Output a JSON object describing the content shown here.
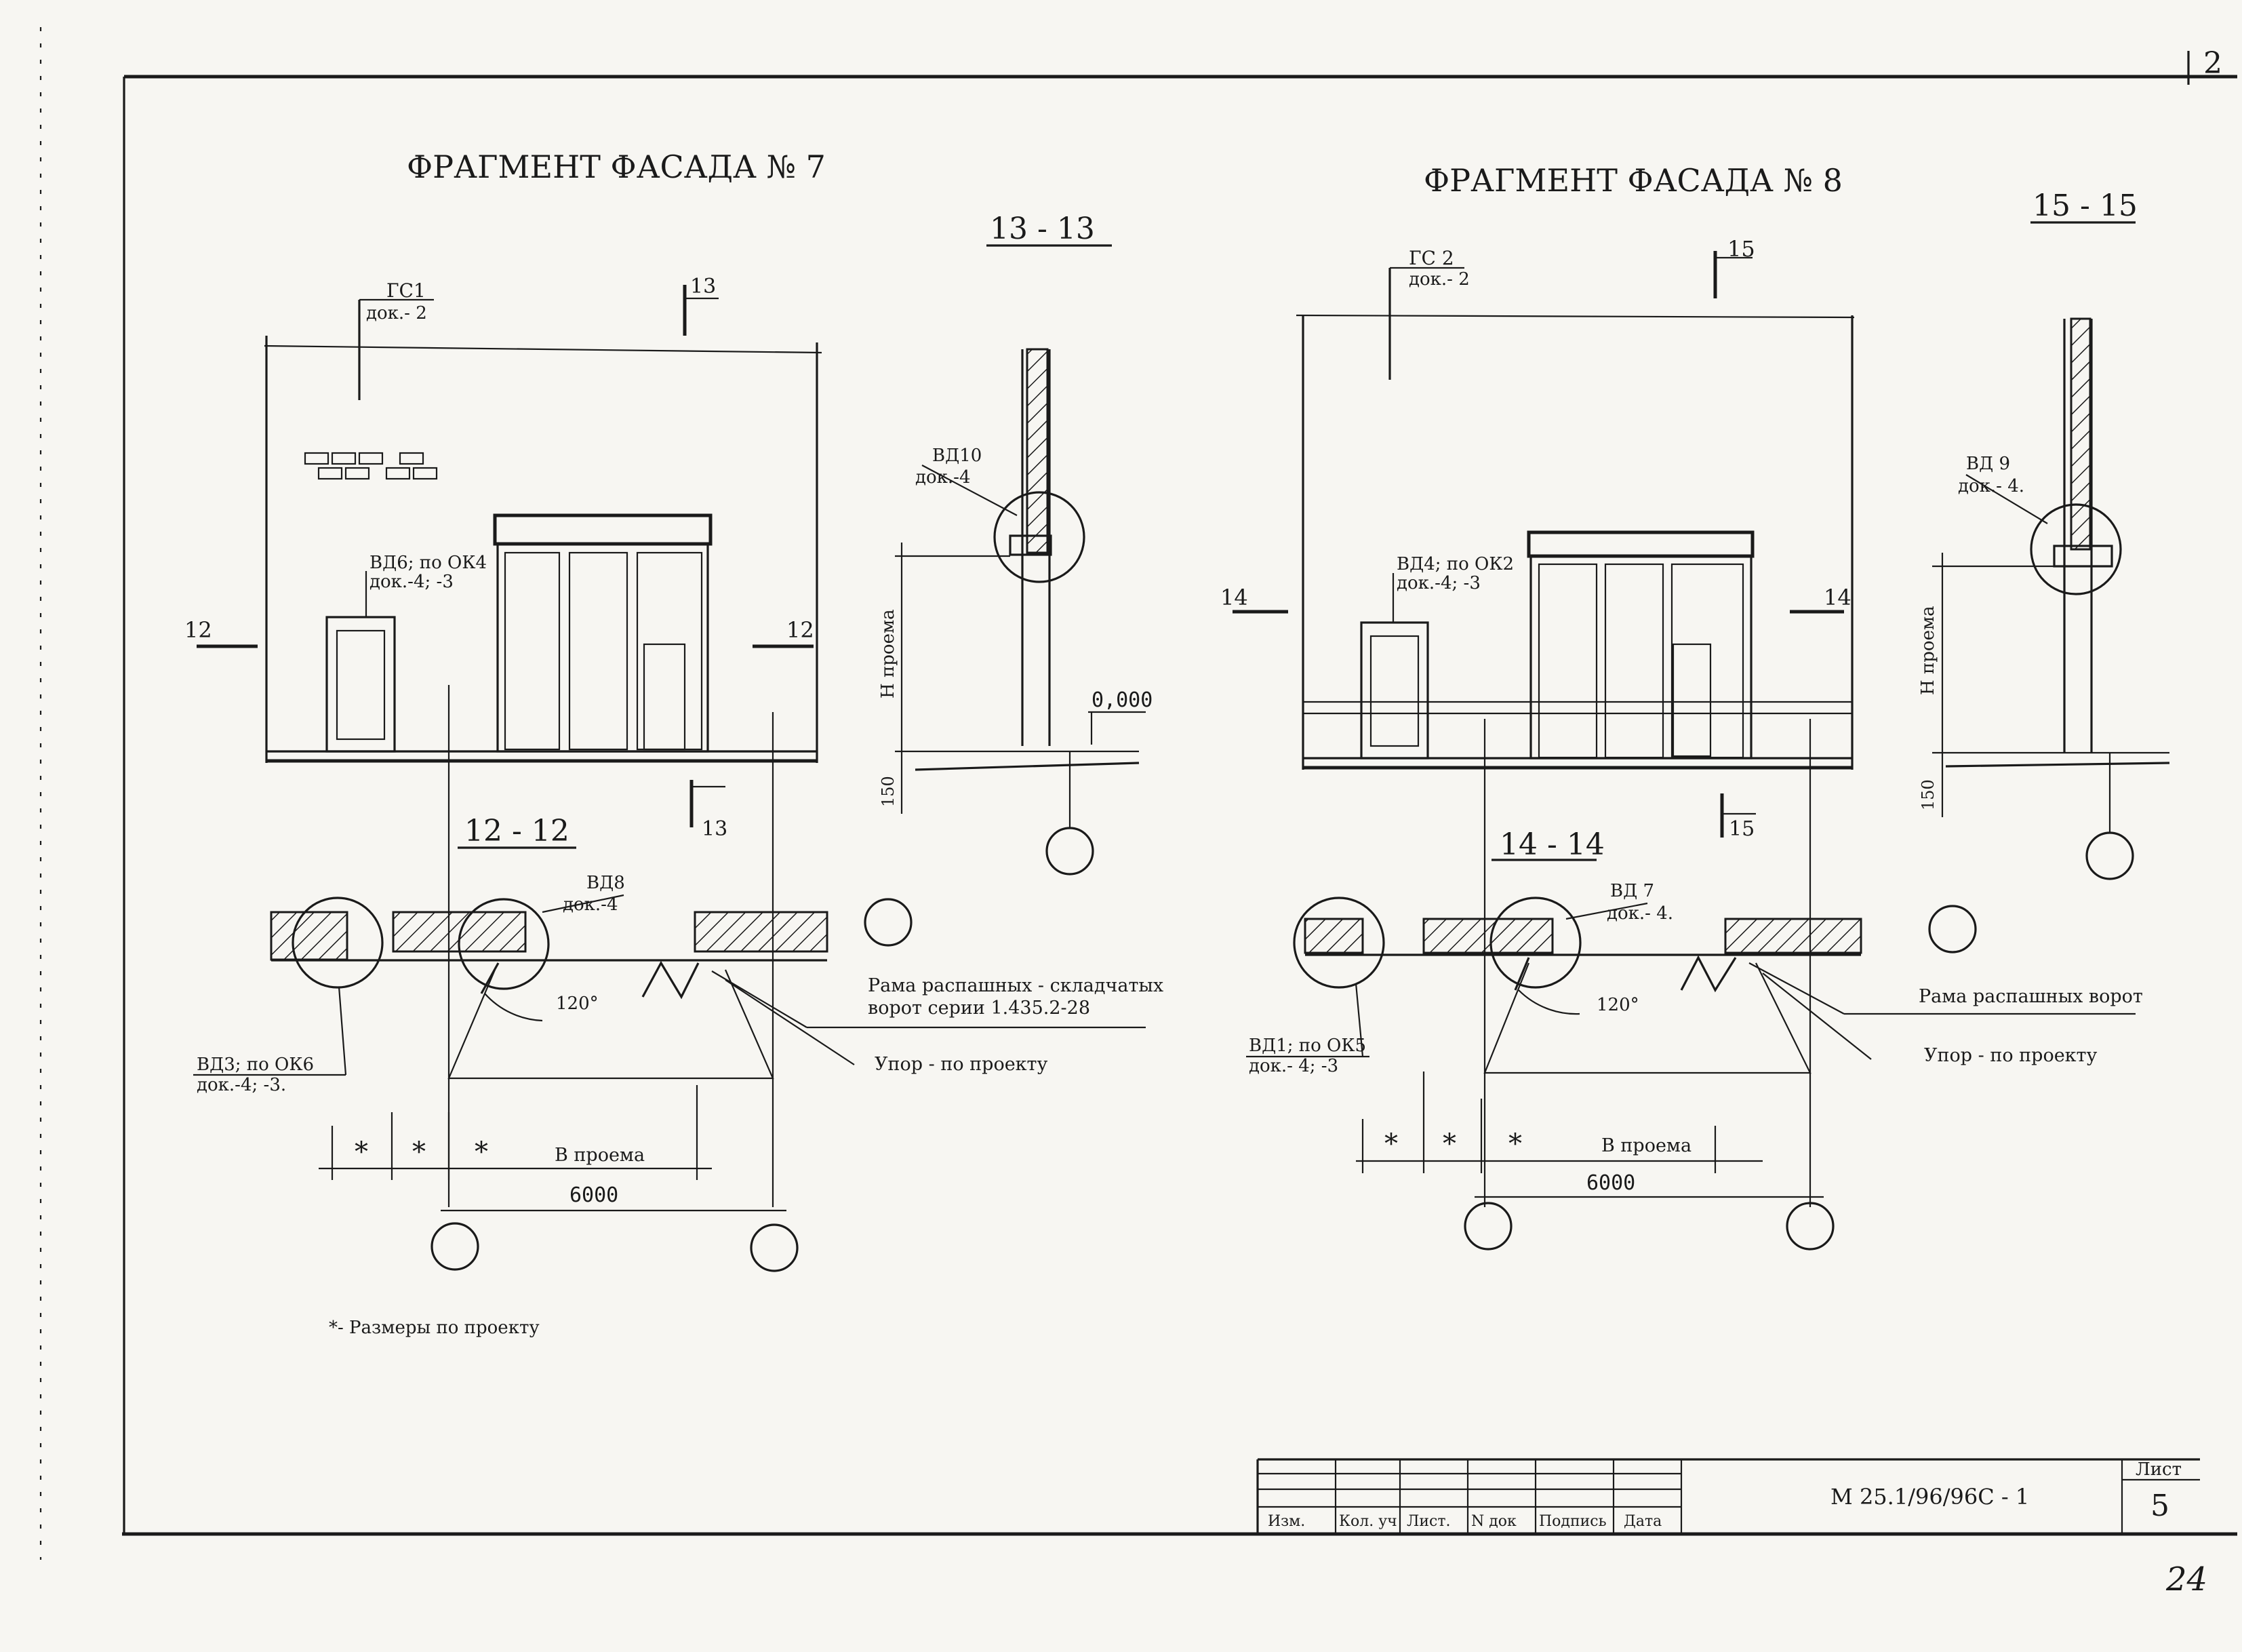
{
  "sheet_corner": "2",
  "page_number_handwritten": "24",
  "left_fragment": {
    "title": "ФРАГМЕНТ ФАСАДА № 7",
    "section_a_label": "13 - 13",
    "section_b_label": "12 - 12",
    "gs_label": "ГС1",
    "gs_doc": "док.- 2",
    "section_mark_top": "13",
    "section_mark_bottom": "13",
    "side_mark_left": "12",
    "side_mark_right": "12",
    "door_label": "ВД6; по ОК4",
    "door_doc": "док.-4; -3",
    "node_vd10": "ВД10",
    "node_vd10_doc": "док.-4",
    "h_opening": "Н проема",
    "level": "0,000",
    "dim_150": "150",
    "node_vd8": "ВД8",
    "node_vd8_doc": "док.-4",
    "node_vd3": "ВД3; по ОК6",
    "node_vd3_doc": "док.-4; -3.",
    "angle": "120°",
    "frame_note_line1": "Рама распашных - складчатых",
    "frame_note_line2": "ворот серии 1.435.2-28",
    "stop_note": "Упор - по проекту",
    "dim_star": "*",
    "dim_opening": "В проема",
    "dim_6000": "6000"
  },
  "right_fragment": {
    "title": "ФРАГМЕНТ ФАСАДА № 8",
    "section_a_label": "15 - 15",
    "section_b_label": "14 - 14",
    "gs_label": "ГС 2",
    "gs_doc": "док.- 2",
    "section_mark_top": "15",
    "section_mark_bottom": "15",
    "side_mark_left": "14",
    "side_mark_right": "14",
    "door_label": "ВД4; по ОК2",
    "door_doc": "док.-4; -3",
    "node_vd9": "ВД 9",
    "node_vd9_doc": "док.- 4.",
    "h_opening": "Н проема",
    "dim_150": "150",
    "node_vd7": "ВД 7",
    "node_vd7_doc": "док.- 4.",
    "node_vd1": "ВД1; по ОК5",
    "node_vd1_doc": "док.- 4; -3",
    "angle": "120°",
    "frame_note": "Рама распашных ворот",
    "stop_note": "Упор - по проекту",
    "dim_star": "*",
    "dim_opening": "В проема",
    "dim_6000": "6000"
  },
  "footnote": "*- Размеры по проекту",
  "title_block": {
    "col_izm": "Изм.",
    "col_kol": "Кол. уч",
    "col_list": "Лист.",
    "col_ndok": "N док",
    "col_podpis": "Подпись",
    "col_data": "Дата",
    "doc_code": "М 25.1/96/96С - 1",
    "sheet_label": "Лист",
    "sheet_number": "5"
  }
}
